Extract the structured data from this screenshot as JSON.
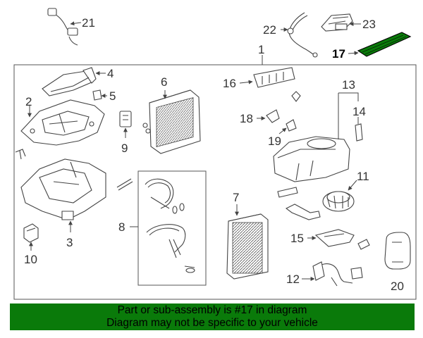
{
  "diagram": {
    "callouts": {
      "c1": "1",
      "c2": "2",
      "c3": "3",
      "c4": "4",
      "c5": "5",
      "c6": "6",
      "c7": "7",
      "c8": "8",
      "c9": "9",
      "c10": "10",
      "c11": "11",
      "c12": "12",
      "c13": "13",
      "c14": "14",
      "c15": "15",
      "c16": "16",
      "c17": "17",
      "c18": "18",
      "c19": "19",
      "c20": "20",
      "c21": "21",
      "c22": "22",
      "c23": "23"
    },
    "highlighted_part": "17",
    "highlight_color": "#0a7a0a"
  },
  "banner": {
    "line1": "Part or sub-assembly is #17 in diagram",
    "line2": "Diagram may not be specific to your vehicle",
    "background": "#0a7a0a"
  }
}
